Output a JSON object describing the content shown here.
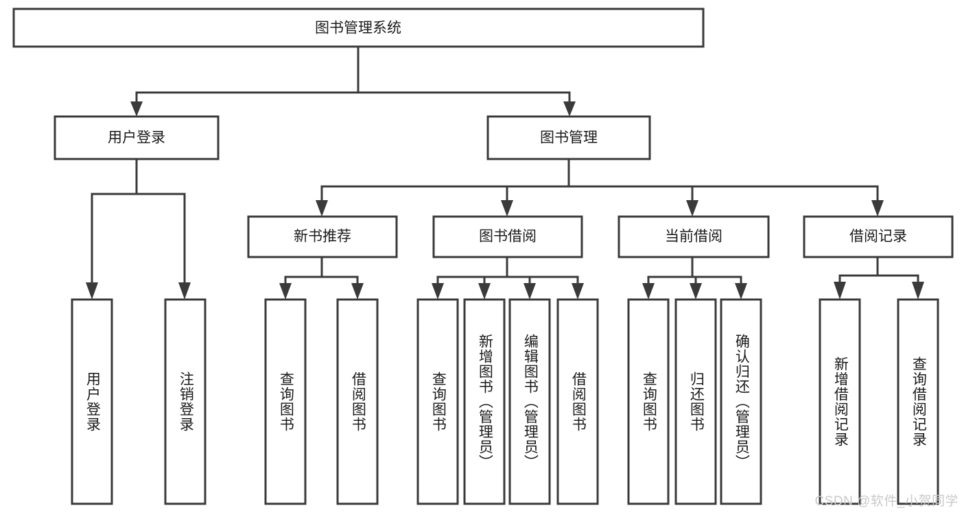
{
  "diagram": {
    "type": "tree",
    "title": "图书管理系统",
    "watermark": "CSDN @软件_小贺同学",
    "colors": {
      "stroke": "#3a3a3a",
      "fill": "#ffffff",
      "text": "#1a1a1a",
      "watermark": "#c9c9c9"
    },
    "root": {
      "label": "图书管理系统"
    },
    "level2": [
      {
        "label": "用户登录"
      },
      {
        "label": "图书管理"
      }
    ],
    "level3": [
      {
        "label": "新书推荐"
      },
      {
        "label": "图书借阅"
      },
      {
        "label": "当前借阅"
      },
      {
        "label": "借阅记录"
      }
    ],
    "leaves": {
      "user_login": [
        {
          "label": "用户登录"
        },
        {
          "label": "注销登录"
        }
      ],
      "new_book": [
        {
          "label": "查询图书"
        },
        {
          "label": "借阅图书"
        }
      ],
      "book_borrow": [
        {
          "label": "查询图书"
        },
        {
          "label": "新增图书（管理员）"
        },
        {
          "label": "编辑图书（管理员）"
        },
        {
          "label": "借阅图书"
        }
      ],
      "current_borrow": [
        {
          "label": "查询图书"
        },
        {
          "label": "归还图书"
        },
        {
          "label": "确认归还（管理员）"
        }
      ],
      "borrow_record": [
        {
          "label": "新增借阅记录"
        },
        {
          "label": "查询借阅记录"
        }
      ]
    }
  }
}
